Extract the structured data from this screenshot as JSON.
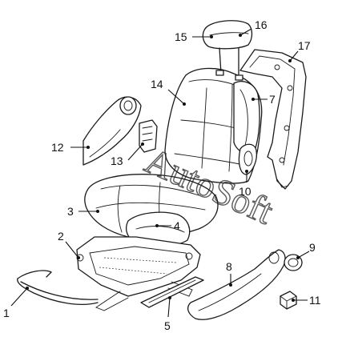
{
  "diagram": {
    "watermark": "AutoSoft",
    "callouts": [
      {
        "id": "c1",
        "label": "1"
      },
      {
        "id": "c2",
        "label": "2"
      },
      {
        "id": "c3",
        "label": "3"
      },
      {
        "id": "c4",
        "label": "4"
      },
      {
        "id": "c5",
        "label": "5"
      },
      {
        "id": "c7",
        "label": "7"
      },
      {
        "id": "c8",
        "label": "8"
      },
      {
        "id": "c9",
        "label": "9"
      },
      {
        "id": "c10",
        "label": "10"
      },
      {
        "id": "c11",
        "label": "11"
      },
      {
        "id": "c12",
        "label": "12"
      },
      {
        "id": "c13",
        "label": "13"
      },
      {
        "id": "c14",
        "label": "14"
      },
      {
        "id": "c15",
        "label": "15"
      },
      {
        "id": "c16",
        "label": "16"
      },
      {
        "id": "c17",
        "label": "17"
      }
    ]
  }
}
